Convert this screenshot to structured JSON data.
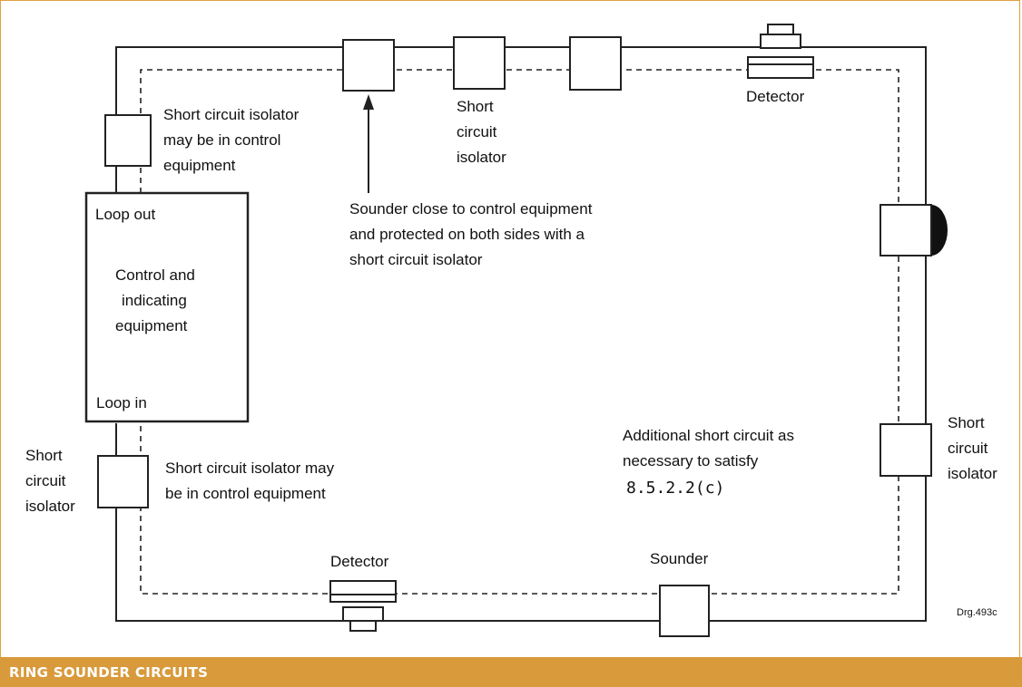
{
  "caption": "RING SOUNDER CIRCUITS",
  "labels": {
    "top_left_isolator": [
      "Short circuit isolator",
      "may be in control",
      "equipment"
    ],
    "top_isolator": [
      "Short",
      "circuit",
      "isolator"
    ],
    "top_detector": "Detector",
    "arrow_note": [
      "Sounder close to control equipment",
      "and protected on both sides with a",
      "short circuit isolator"
    ],
    "panel_loop_out": "Loop out",
    "panel_title": [
      "Control and",
      "indicating",
      "equipment"
    ],
    "panel_loop_in": "Loop in",
    "bottom_left_isolator_name": [
      "Short",
      "circuit",
      "isolator"
    ],
    "bottom_left_isolator_note": [
      "Short circuit isolator may",
      "be in control equipment"
    ],
    "additional_note": [
      "Additional short circuit as",
      "necessary to satisfy"
    ],
    "additional_ref": "8.5.2.2(c)",
    "right_isolator": [
      "Short",
      "circuit",
      "isolator"
    ],
    "bottom_detector": "Detector",
    "bottom_sounder": "Sounder",
    "drawing_ref": "Drg.493c"
  },
  "colors": {
    "caption_bar": "#d89a3a",
    "frame_border": "#e0a040",
    "line": "#222222"
  }
}
